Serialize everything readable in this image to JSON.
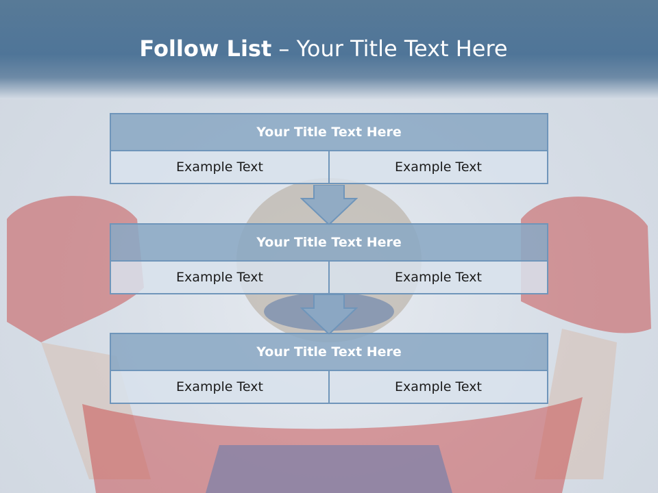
{
  "slide": {
    "title_bold": "Follow List",
    "title_rest": " – Your Title Text Here"
  },
  "blocks": [
    {
      "title": "Your Title Text Here",
      "cells": [
        "Example Text",
        "Example Text"
      ]
    },
    {
      "title": "Your Title Text Here",
      "cells": [
        "Example Text",
        "Example Text"
      ]
    },
    {
      "title": "Your Title Text Here",
      "cells": [
        "Example Text",
        "Example Text"
      ]
    }
  ],
  "colors": {
    "header_blue": "#4f7598",
    "box_fill": "#8ba8c4",
    "box_border": "#6f95ba",
    "cell_fill": "#d8e2ec"
  },
  "icons": [
    "down-arrow-icon",
    "down-arrow-icon"
  ]
}
